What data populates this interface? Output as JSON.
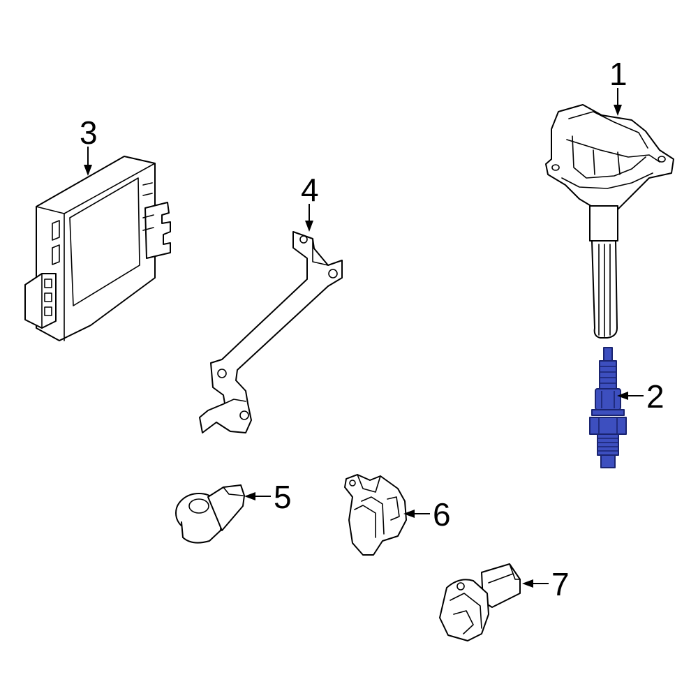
{
  "diagram": {
    "highlight_color": "#3d4fbf",
    "callouts": [
      {
        "number": "1",
        "part": "ignition-coil"
      },
      {
        "number": "2",
        "part": "spark-plug"
      },
      {
        "number": "3",
        "part": "engine-control-module"
      },
      {
        "number": "4",
        "part": "mounting-bracket"
      },
      {
        "number": "5",
        "part": "knock-sensor"
      },
      {
        "number": "6",
        "part": "camshaft-position-sensor"
      },
      {
        "number": "7",
        "part": "crankshaft-position-sensor"
      }
    ]
  }
}
